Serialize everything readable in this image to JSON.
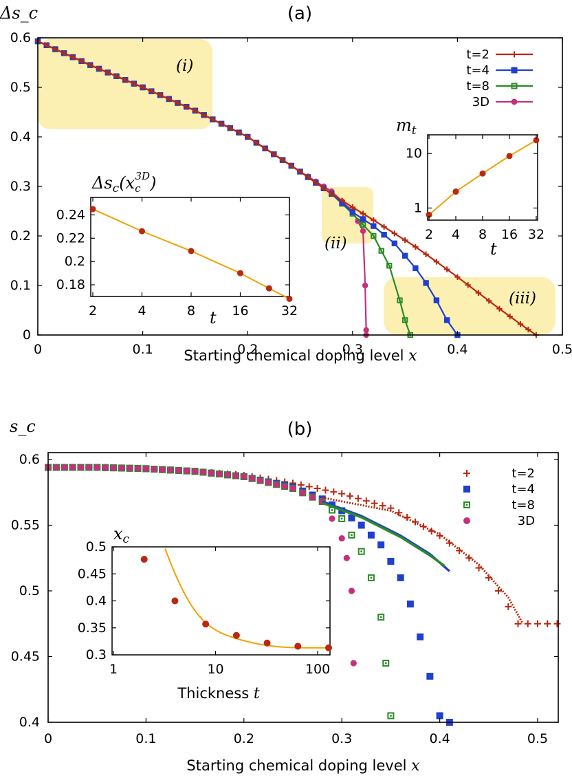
{
  "figure": {
    "panel_a": {
      "title": "(a)",
      "ylabel": "Δs_c",
      "xlabel": "Starting chemical doping level",
      "xlabel_var": "x",
      "regions": [
        "(i)",
        "(ii)",
        "(iii)"
      ]
    },
    "panel_b": {
      "title": "(b)",
      "ylabel": "s_c",
      "xlabel": "Starting chemical doping level",
      "xlabel_var": "x"
    },
    "colors": {
      "t2": "#b8290f",
      "t4": "#1f3fd1",
      "t8": "#2a8a26",
      "t3D": "#c4307c",
      "fit": "#f2a100",
      "inset_pt": "#b8290f",
      "region": "#fbefb2"
    }
  },
  "chart_data": [
    {
      "id": "a_main",
      "type": "line",
      "title": "(a)",
      "xlabel": "Starting chemical doping level x",
      "ylabel": "Δs_c",
      "xlim": [
        0,
        0.5
      ],
      "ylim": [
        0,
        0.6
      ],
      "xticks": [
        0,
        0.1,
        0.2,
        0.3,
        0.4,
        0.5
      ],
      "yticks": [
        0,
        0.1,
        0.2,
        0.3,
        0.4,
        0.5,
        0.6
      ],
      "legend": "top-right",
      "series": [
        {
          "name": "t=2",
          "marker": "plus",
          "color": "#b8290f",
          "x": [
            0,
            0.05,
            0.1,
            0.15,
            0.2,
            0.25,
            0.28,
            0.3,
            0.32,
            0.34,
            0.36,
            0.38,
            0.4,
            0.42,
            0.44,
            0.46,
            0.475
          ],
          "y": [
            0.593,
            0.545,
            0.5,
            0.453,
            0.4,
            0.33,
            0.285,
            0.258,
            0.232,
            0.205,
            0.178,
            0.148,
            0.117,
            0.085,
            0.053,
            0.022,
            0.0
          ]
        },
        {
          "name": "t=4",
          "marker": "square",
          "color": "#1f3fd1",
          "x": [
            0,
            0.05,
            0.1,
            0.15,
            0.2,
            0.25,
            0.28,
            0.3,
            0.32,
            0.34,
            0.36,
            0.37,
            0.38,
            0.39,
            0.4
          ],
          "y": [
            0.593,
            0.545,
            0.5,
            0.453,
            0.4,
            0.33,
            0.285,
            0.248,
            0.22,
            0.185,
            0.135,
            0.105,
            0.07,
            0.03,
            0.0
          ]
        },
        {
          "name": "t=8",
          "marker": "open-square",
          "color": "#2a8a26",
          "x": [
            0,
            0.05,
            0.1,
            0.15,
            0.2,
            0.25,
            0.28,
            0.3,
            0.32,
            0.335,
            0.345,
            0.35,
            0.355
          ],
          "y": [
            0.593,
            0.545,
            0.5,
            0.453,
            0.4,
            0.33,
            0.285,
            0.245,
            0.2,
            0.14,
            0.07,
            0.03,
            0.0
          ]
        },
        {
          "name": "3D",
          "marker": "circle",
          "color": "#c4307c",
          "x": [
            0,
            0.05,
            0.1,
            0.15,
            0.2,
            0.25,
            0.28,
            0.29,
            0.3,
            0.305,
            0.31,
            0.312,
            0.313,
            0.313
          ],
          "y": [
            0.593,
            0.545,
            0.5,
            0.453,
            0.4,
            0.33,
            0.29,
            0.27,
            0.25,
            0.23,
            0.21,
            0.1,
            0.01,
            0.0
          ]
        }
      ]
    },
    {
      "id": "a_inset_left",
      "type": "line",
      "ylabel": "Δs_c(x_c^{3D})",
      "xlabel": "t",
      "xscale": "log2",
      "xticks": [
        2,
        4,
        8,
        16,
        32
      ],
      "yticks": [
        0.18,
        0.2,
        0.22,
        0.24
      ],
      "xlim": [
        2,
        32
      ],
      "ylim": [
        0.17,
        0.255
      ],
      "x": [
        2,
        4,
        8,
        16,
        24,
        32
      ],
      "y": [
        0.245,
        0.226,
        0.209,
        0.19,
        0.177,
        0.168
      ]
    },
    {
      "id": "a_inset_right",
      "type": "line",
      "ylabel": "m_t",
      "xlabel": "t",
      "xscale": "log2",
      "yscale": "log",
      "xticks": [
        2,
        4,
        8,
        16,
        32
      ],
      "yticks": [
        1,
        10
      ],
      "xlim": [
        2,
        32
      ],
      "ylim": [
        0.6,
        22
      ],
      "x": [
        2,
        4,
        8,
        16,
        32
      ],
      "y": [
        0.75,
        2.0,
        4.3,
        9.0,
        17.5
      ]
    },
    {
      "id": "b_main",
      "type": "scatter",
      "title": "(b)",
      "xlabel": "Starting chemical doping level x",
      "ylabel": "s_c",
      "xlim": [
        -0.005,
        0.52
      ],
      "ylim": [
        0.4,
        0.6
      ],
      "xticks": [
        0,
        0.1,
        0.2,
        0.3,
        0.4,
        0.5
      ],
      "yticks": [
        0.4,
        0.45,
        0.5,
        0.55,
        0.6
      ],
      "legend": "top-right",
      "series": [
        {
          "name": "t=2",
          "marker": "plus",
          "color": "#b8290f",
          "x": [
            0,
            0.05,
            0.1,
            0.15,
            0.2,
            0.25,
            0.3,
            0.35,
            0.4,
            0.43,
            0.45,
            0.46,
            0.47,
            0.48,
            0.52
          ],
          "y": [
            0.594,
            0.594,
            0.593,
            0.591,
            0.588,
            0.582,
            0.574,
            0.563,
            0.542,
            0.525,
            0.51,
            0.5,
            0.488,
            0.475,
            0.475
          ]
        },
        {
          "name": "t=4",
          "marker": "square",
          "color": "#1f3fd1",
          "x": [
            0,
            0.05,
            0.1,
            0.15,
            0.2,
            0.25,
            0.28,
            0.3,
            0.32,
            0.34,
            0.36,
            0.37,
            0.38,
            0.39,
            0.4,
            0.41
          ],
          "y": [
            0.594,
            0.594,
            0.593,
            0.591,
            0.587,
            0.579,
            0.57,
            0.561,
            0.55,
            0.535,
            0.51,
            0.49,
            0.465,
            0.435,
            0.405,
            0.4
          ]
        },
        {
          "name": "t=8",
          "marker": "open-square",
          "color": "#2a8a26",
          "x": [
            0,
            0.05,
            0.1,
            0.15,
            0.2,
            0.25,
            0.28,
            0.3,
            0.32,
            0.33,
            0.34,
            0.345,
            0.35
          ],
          "y": [
            0.594,
            0.594,
            0.593,
            0.591,
            0.587,
            0.578,
            0.568,
            0.555,
            0.53,
            0.51,
            0.48,
            0.445,
            0.405
          ]
        },
        {
          "name": "3D",
          "marker": "circle",
          "color": "#c4307c",
          "x": [
            0,
            0.05,
            0.1,
            0.15,
            0.2,
            0.25,
            0.28,
            0.29,
            0.3,
            0.305,
            0.31,
            0.312
          ],
          "y": [
            0.594,
            0.594,
            0.593,
            0.591,
            0.587,
            0.578,
            0.568,
            0.555,
            0.54,
            0.525,
            0.5,
            0.445
          ]
        }
      ]
    },
    {
      "id": "b_inset",
      "type": "line",
      "ylabel": "x_c",
      "xlabel": "Thickness t",
      "xscale": "log",
      "xticks": [
        1,
        10,
        100
      ],
      "yticks": [
        0.3,
        0.35,
        0.4,
        0.45,
        0.5
      ],
      "xlim": [
        1,
        128
      ],
      "ylim": [
        0.3,
        0.5
      ],
      "x": [
        2,
        4,
        8,
        16,
        32,
        64,
        128
      ],
      "y": [
        0.477,
        0.4,
        0.357,
        0.336,
        0.322,
        0.316,
        0.313
      ]
    }
  ]
}
